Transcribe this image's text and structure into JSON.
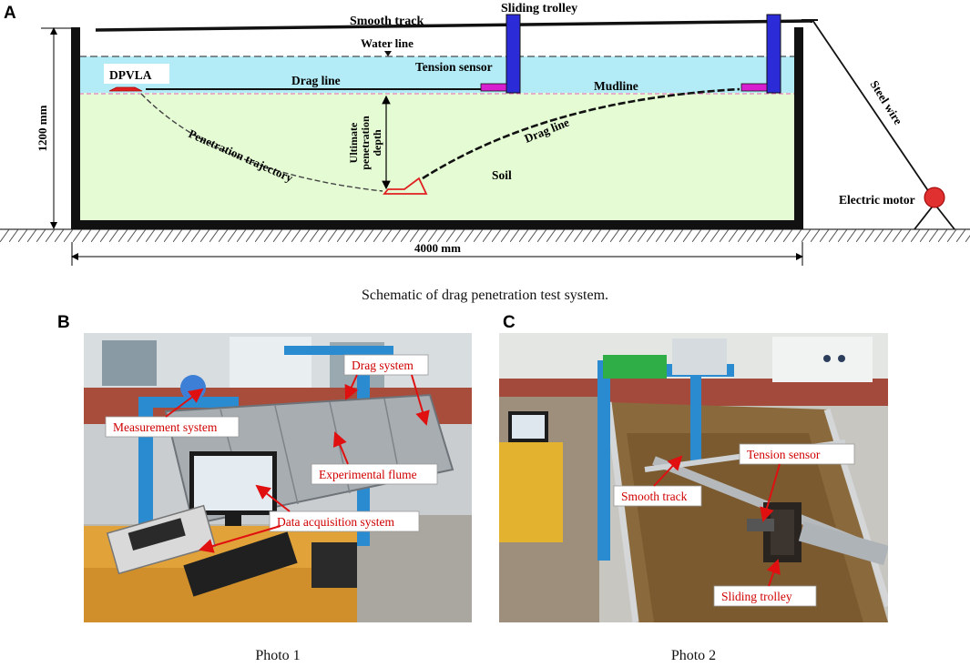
{
  "panels": {
    "a": "A",
    "b": "B",
    "c": "C"
  },
  "schematic": {
    "smooth_track": "Smooth track",
    "sliding_trolley": "Sliding trolley",
    "water_line": "Water line",
    "tension_sensor": "Tension sensor",
    "dpvla": "DPVLA",
    "drag_line_top": "Drag line",
    "mudline": "Mudline",
    "ultimate_line1": "Ultimate",
    "ultimate_line2": "penetration",
    "ultimate_line3": "depth",
    "drag_line_curve": "Drag line",
    "penetration_trajectory": "Penetration trajectory",
    "soil": "Soil",
    "steel_wire": "Steel wire",
    "electric_motor": "Electric motor",
    "height": "1200 mm",
    "length": "4000 mm",
    "caption": "Schematic of drag penetration test system.",
    "colors": {
      "water": "#b3ecf7",
      "soil": "#e4fbd4",
      "trolley": "#2b2bd8",
      "sensor": "#d81fd0",
      "motor": "#e03030",
      "anchor": "#e02020"
    }
  },
  "photo1": {
    "labels": {
      "drag_system": "Drag system",
      "measurement_system": "Measurement system",
      "experimental_flume": "Experimental flume",
      "data_acquisition": "Data acquisition system"
    },
    "caption": "Photo 1"
  },
  "photo2": {
    "labels": {
      "tension_sensor": "Tension sensor",
      "smooth_track": "Smooth track",
      "sliding_trolley": "Sliding trolley"
    },
    "caption": "Photo 2"
  }
}
